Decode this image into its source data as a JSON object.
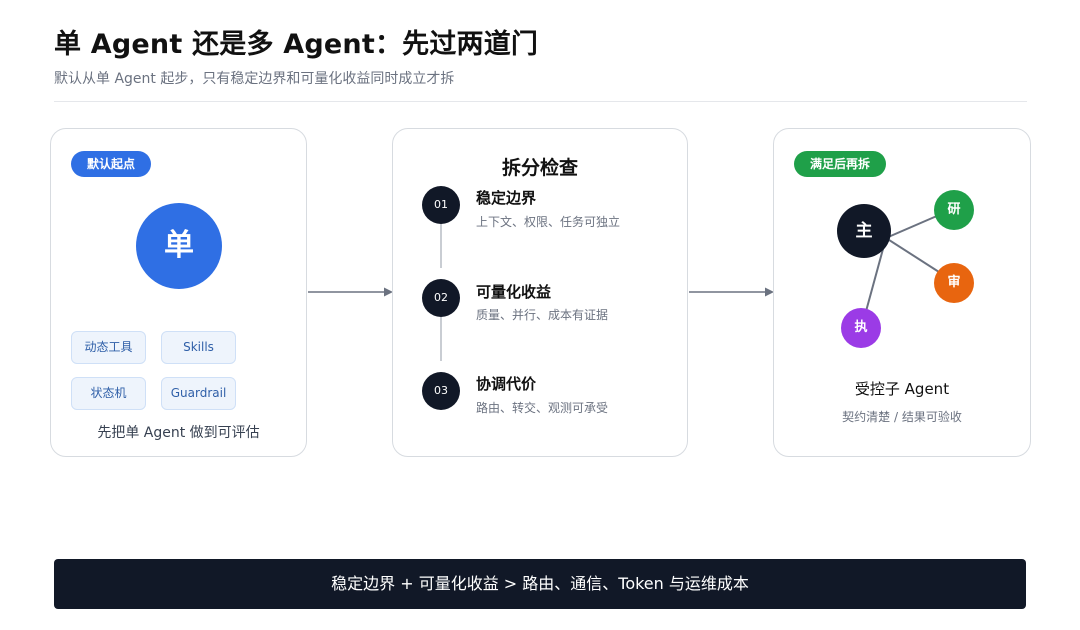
{
  "header": {
    "title": "单 Agent 还是多 Agent：先过两道门",
    "subtitle": "默认从单 Agent 起步，只有稳定边界和可量化收益同时成立才拆"
  },
  "left_card": {
    "badge": "默认起点",
    "circle_label": "单",
    "chips": [
      "动态工具",
      "Skills",
      "状态机",
      "Guardrail"
    ],
    "caption": "先把单 Agent 做到可评估"
  },
  "middle_card": {
    "title": "拆分检查",
    "steps": [
      {
        "number": "01",
        "title": "稳定边界",
        "desc": "上下文、权限、任务可独立"
      },
      {
        "number": "02",
        "title": "可量化收益",
        "desc": "质量、并行、成本有证据"
      },
      {
        "number": "03",
        "title": "协调代价",
        "desc": "路由、转交、观测可承受"
      }
    ]
  },
  "right_card": {
    "badge": "满足后再拆",
    "nodes": {
      "main": "主",
      "research": "研",
      "review": "审",
      "execute": "执"
    },
    "caption": "受控子 Agent",
    "subcaption": "契约清楚 / 结果可验收"
  },
  "footer": {
    "text": "稳定边界 + 可量化收益 > 路由、通信、Token 与运维成本"
  },
  "colors": {
    "blue": "#2f6fe4",
    "green": "#1fa049",
    "orange": "#e8650f",
    "purple": "#9b3be6",
    "dark": "#111827"
  }
}
